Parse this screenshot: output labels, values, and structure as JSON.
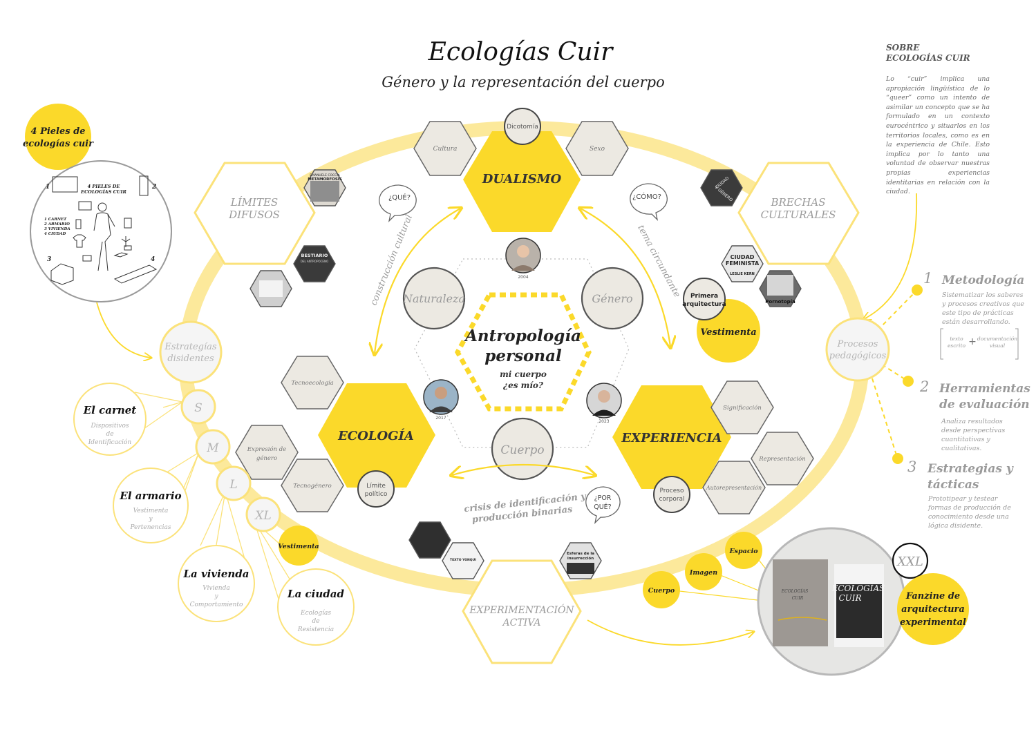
{
  "header": {
    "title": "Ecologías Cuir",
    "subtitle": "Género y la representación del cuerpo"
  },
  "about": {
    "title_line1": "SOBRE",
    "title_line2": "ECOLOGÍAS CUIR",
    "text": "Lo “cuir” implica una apropiación lingüística de lo “queer” como un intento de asimilar un concepto que se ha formulado en un contexto eurocéntrico y situarlos en los territorios locales, como es en la experiencia de Chile. Esto implica por lo tanto una voluntad de observar nuestras propias experiencias identitarias en relación con la ciudad."
  },
  "center": {
    "title_line1": "Antropología",
    "title_line2": "personal",
    "sub_line1": "mi cuerpo",
    "sub_line2": "¿es mío?",
    "nodes": {
      "naturaleza": "Naturaleza",
      "genero": "Género",
      "cuerpo": "Cuerpo"
    },
    "years": {
      "a": "2004",
      "b": "2017",
      "c": "2023"
    }
  },
  "hubs": {
    "dualismo": "DUALISMO",
    "ecologia": "ECOLOGÍA",
    "experiencia": "EXPERIENCIA",
    "limites_1": "LÍMITES",
    "limites_2": "DIFUSOS",
    "brechas_1": "BRECHAS",
    "brechas_2": "CULTURALES",
    "experimentacion_1": "EXPERIMENTACIÓN",
    "experimentacion_2": "ACTIVA"
  },
  "satellites": {
    "cultura": "Cultura",
    "sexo": "Sexo",
    "dicotomia": "Dicotomía",
    "tecnoecologia": "Tecnoecología",
    "expresion_1": "Expresión de",
    "expresion_2": "género",
    "tecnogenero": "Tecnogénero",
    "limite_1": "Límite",
    "limite_2": "político",
    "significacion": "Significación",
    "representacion": "Representación",
    "autorepresentacion": "Autorepresentación",
    "proceso_1": "Proceso",
    "proceso_2": "corporal",
    "primera_1": "Primera",
    "primera_2": "arquitectura",
    "vestimenta": "Vestimenta",
    "pornotopia": "Pornotopía"
  },
  "questions": {
    "que": "¿QUÉ?",
    "como": "¿CÓMO?",
    "porque_1": "¿POR",
    "porque_2": "QUÉ?"
  },
  "arc_labels": {
    "construccion": "construcción cultural",
    "tema": "tema circundante",
    "crisis_1": "crisis de identificación y",
    "crisis_2": "producción binarias"
  },
  "books": {
    "emanuele_1": "EMANUELE COCCIA",
    "emanuele_2": "METAMORFOSIS",
    "bestiario_1": "BESTIARIO",
    "bestiario_2": "DEL ANTROPOCENO",
    "ciudad_1": "CIUDAD",
    "ciudad_2": "FEMINISTA",
    "leslie": "LESLIE KERN",
    "ciudad_genero_1": "CIUDAD",
    "ciudad_genero_2": "Y GÉNERO",
    "texto_yonqui": "TEXTO YONQUI",
    "esferas_1": "Esferas de la",
    "esferas_2": "insurrección"
  },
  "left": {
    "pieles_1": "4 Pieles de",
    "pieles_2": "ecologías cuir",
    "sketch_heading_1": "4 PIELES DE",
    "sketch_heading_2": "ECOLOGÍAS CUIR",
    "sketch_list": [
      "1 CARNET",
      "2 ARMARIO",
      "3 VIVIENDA",
      "4 CIUDAD"
    ],
    "sketch_numbers": [
      "1",
      "2",
      "3",
      "4"
    ],
    "estrategias_1": "Estrategías",
    "estrategias_2": "disidentes",
    "sizes": [
      "S",
      "M",
      "L",
      "XL"
    ],
    "carnet": {
      "title": "El carnet",
      "d1": "Dispositivos",
      "d2": "de",
      "d3": "Identificación"
    },
    "armario": {
      "title": "El armario",
      "d1": "Vestimenta",
      "d2": "y",
      "d3": "Pertenencias"
    },
    "vivienda": {
      "title": "La vivienda",
      "d1": "Vivienda",
      "d2": "y",
      "d3": "Comportamiento"
    },
    "ciudad": {
      "title": "La ciudad",
      "d1": "Ecologías",
      "d2": "de",
      "d3": "Resistencia"
    },
    "vestimenta": "Vestimenta"
  },
  "right": {
    "procesos_1": "Procesos",
    "procesos_2": "pedagógicos",
    "m1": {
      "num": "1",
      "title": "Metodología",
      "d1": "Sistematizar los saberes",
      "d2": "y procesos creativos que",
      "d3": "este tipo de prácticas",
      "d4": "están desarrollando.",
      "formula_a1": "texto",
      "formula_a2": "escrito",
      "formula_plus": "+",
      "formula_b1": "documentación",
      "formula_b2": "visual"
    },
    "m2": {
      "num": "2",
      "title_1": "Herramientas",
      "title_2": "de evaluación",
      "d1": "Analiza resultados",
      "d2": "desde perspectivas",
      "d3": "cuantitativas y",
      "d4": "cualitativas."
    },
    "m3": {
      "num": "3",
      "title_1": "Estrategias y",
      "title_2": "tácticas",
      "d1": "Prototipear y testear",
      "d2": "formas de producción de",
      "d3": "conocimiento desde una",
      "d4": "lógica disidente."
    },
    "xxl": "XXL",
    "fanzine_1": "Fanzine de",
    "fanzine_2": "arquitectura",
    "fanzine_3": "experimental",
    "dots": {
      "cuerpo": "Cuerpo",
      "imagen": "Imagen",
      "espacio": "Espacio"
    },
    "zine_1": "ECOLOGÍAS",
    "zine_2": "CUIR",
    "zine_cover_1": "ECOLOGÍAS",
    "zine_cover_2": "CUIR"
  },
  "colors": {
    "yellow": "#fbd92a",
    "pale_yellow": "#fde98a",
    "ring": "#fbe27a",
    "node_fill": "#ece9e2",
    "grey_text": "#9a9a9a",
    "dark": "#333333"
  }
}
